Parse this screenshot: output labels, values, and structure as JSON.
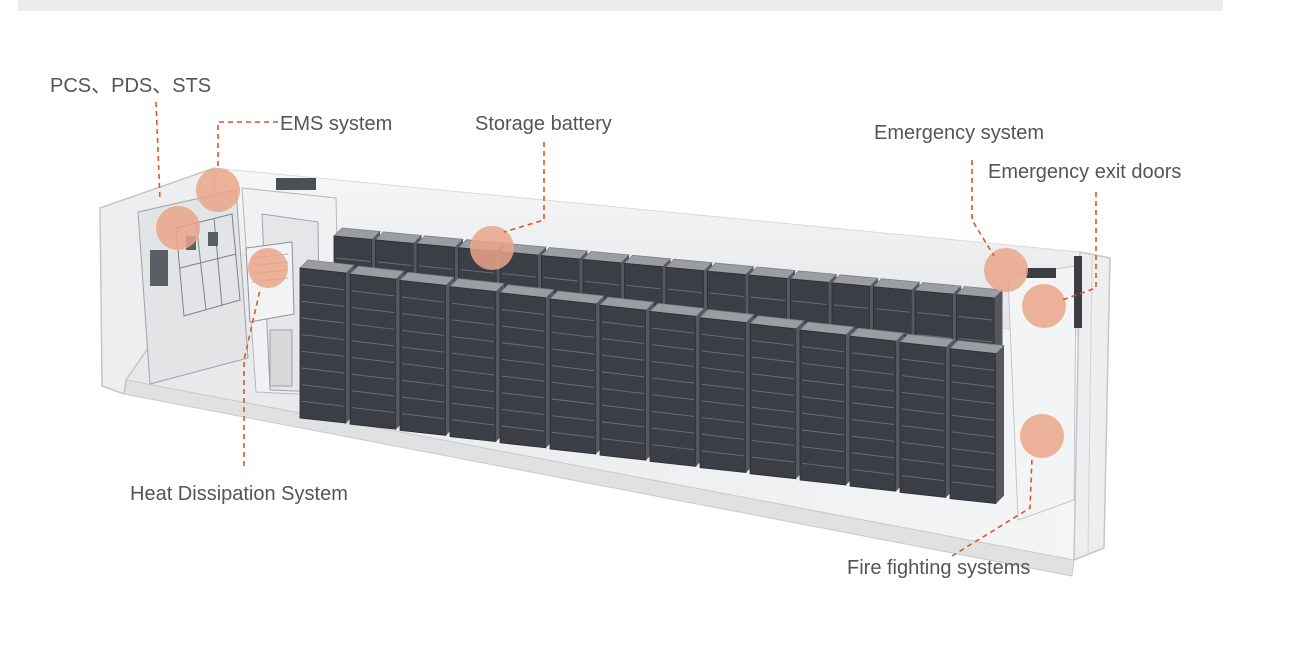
{
  "callouts": {
    "pcs": "PCS、PDS、STS",
    "ems": "EMS system",
    "storage": "Storage battery",
    "emergency_system": "Emergency system",
    "exit_doors": "Emergency exit doors",
    "heat": "Heat Dissipation System",
    "fire": "Fire fighting systems"
  },
  "colors": {
    "leader_line": "#e0552a",
    "marker": "#eaa588",
    "cabinet_top": "#9a9ea3",
    "cabinet_front": "#3b3f45",
    "container": "#f1f2f3"
  },
  "illustration": {
    "front_rack_count": 14,
    "back_rack_count": 16,
    "marker_count": 7
  }
}
